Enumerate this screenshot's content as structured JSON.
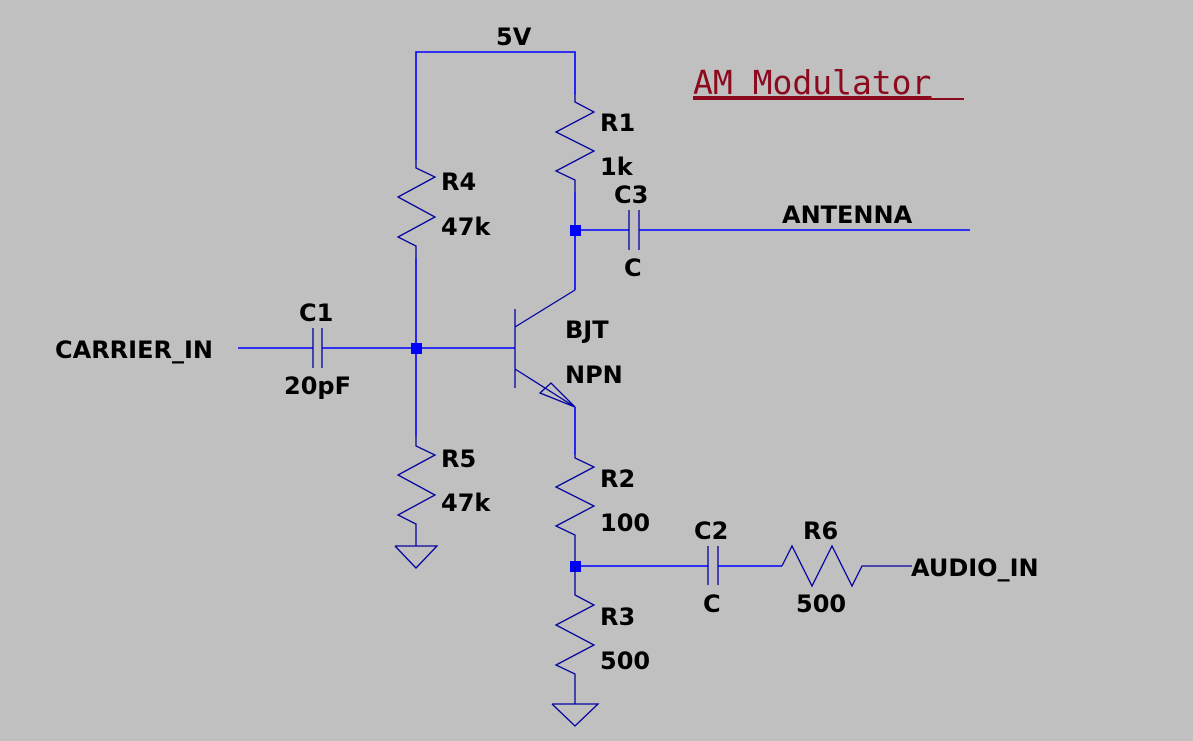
{
  "title": "AM Modulator",
  "colors": {
    "background": "#c0c0c0",
    "wire": "#0000ff",
    "title": "#8b0a1e",
    "label": "#000000"
  },
  "supply": {
    "label": "5V"
  },
  "components": {
    "R1": {
      "name": "R1",
      "value": "1k"
    },
    "R2": {
      "name": "R2",
      "value": "100"
    },
    "R3": {
      "name": "R3",
      "value": "500"
    },
    "R4": {
      "name": "R4",
      "value": "47k"
    },
    "R5": {
      "name": "R5",
      "value": "47k"
    },
    "R6": {
      "name": "R6",
      "value": "500"
    },
    "C1": {
      "name": "C1",
      "value": "20pF"
    },
    "C2": {
      "name": "C2",
      "value": "C"
    },
    "C3": {
      "name": "C3",
      "value": "C"
    },
    "Q1": {
      "name": "BJT",
      "value": "NPN"
    }
  },
  "net_labels": {
    "carrier": "CARRIER_IN",
    "antenna": "ANTENNA",
    "audio": "AUDIO_IN"
  }
}
